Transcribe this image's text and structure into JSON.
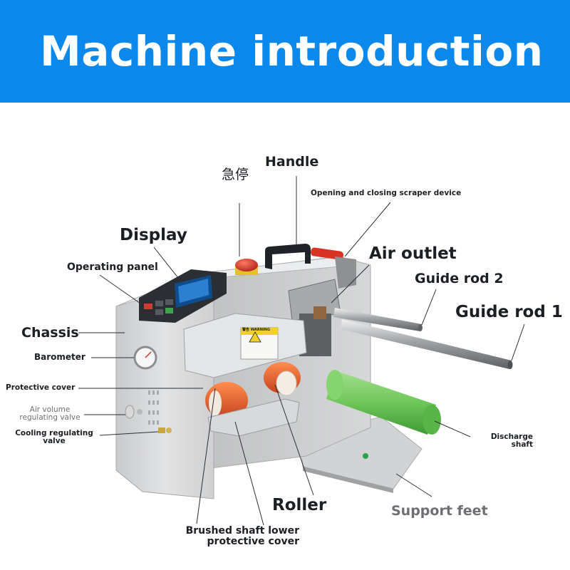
{
  "header": {
    "title": "Machine introduction",
    "background_color": "#0b88ec"
  },
  "labels": {
    "emergency_stop": "急停",
    "handle": "Handle",
    "scraper_device": "Opening and closing scraper device",
    "display": "Display",
    "air_outlet": "Air outlet",
    "operating_panel": "Operating panel",
    "guide_rod_2": "Guide rod 2",
    "guide_rod_1": "Guide rod 1",
    "chassis": "Chassis",
    "barometer": "Barometer",
    "protective_cover": "Protective cover",
    "air_volume_valve_line1": "Air volume",
    "air_volume_valve_line2": "regulating valve",
    "cooling_valve_line1": "Cooling regulating",
    "cooling_valve_line2": "valve",
    "discharge_shaft_line1": "Discharge",
    "discharge_shaft_line2": "shaft",
    "roller": "Roller",
    "support_feet": "Support feet",
    "lower_cover_line1": "Brushed shaft lower",
    "lower_cover_line2": "protective cover"
  },
  "warning_label": {
    "heading": "警告 WARNING"
  },
  "colors": {
    "machine_body": "#d9dadb",
    "roller_orange": "#e8552a",
    "discharge_shaft_green": "#7fcf6b",
    "emergency_button": "#d8352a"
  }
}
